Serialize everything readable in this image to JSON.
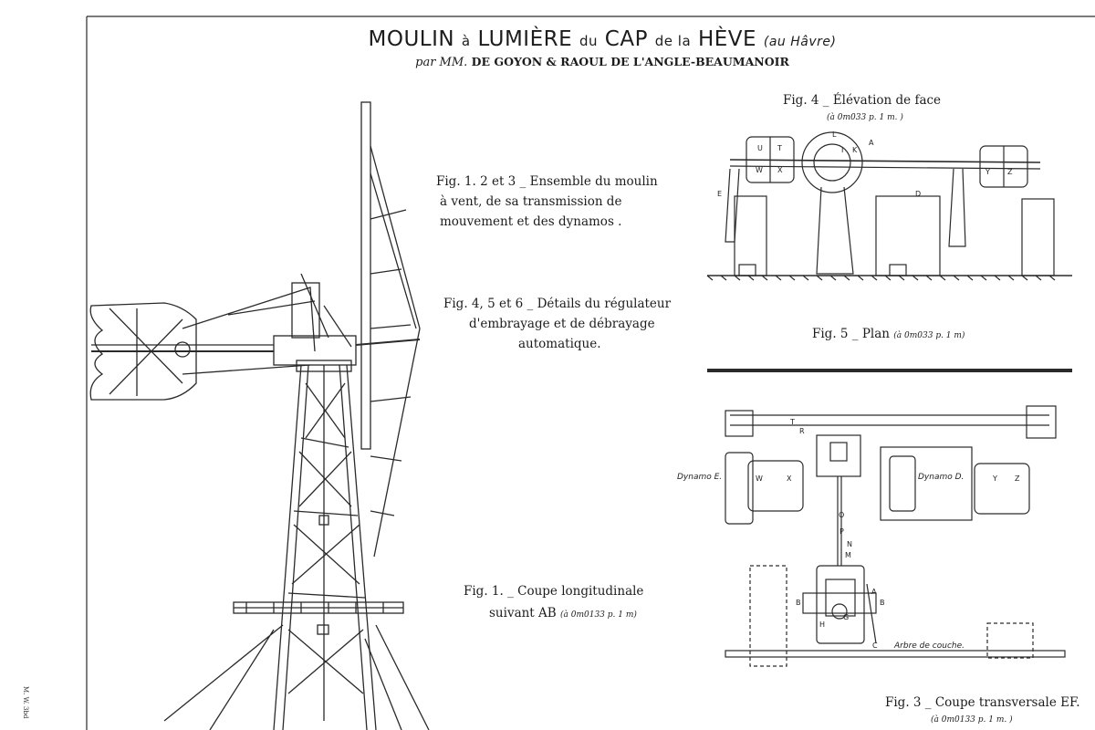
{
  "header": {
    "title": {
      "w1": "MOULIN",
      "w2": "à",
      "w3": "LUMIÈRE",
      "w4": "du",
      "w5": "CAP",
      "w6": "de la",
      "w7": "HÈVE",
      "w8": "(au Hâvre)"
    },
    "subtitle_prefix": "par MM.",
    "subtitle_authors": "DE GOYON & RAOUL DE L'ANGLE-BEAUMANOIR"
  },
  "captions": {
    "fig123": [
      "Fig. 1. 2 et 3 _ Ensemble du moulin",
      "à vent, de sa transmission de",
      "mouvement et des dynamos ."
    ],
    "fig456": [
      "Fig. 4, 5 et 6 _ Détails du régulateur",
      "d'embrayage et de débrayage",
      "automatique."
    ],
    "fig1": {
      "line1": "Fig. 1. _ Coupe longitudinale",
      "line2": "suivant AB",
      "scale": "(à 0m0133 p. 1 m)"
    },
    "fig4": {
      "label": "Fig. 4 _ Élévation de face",
      "scale": "(à 0m033 p. 1 m. )"
    },
    "fig5": {
      "label": "Fig. 5 _ Plan",
      "scale": "(à 0m033 p. 1 m)"
    },
    "fig3": {
      "label": "Fig. 3 _ Coupe transversale EF.",
      "scale": "(à 0m0133 p. 1 m. )"
    }
  },
  "labels": {
    "dynamo_e": "Dynamo E.",
    "dynamo_d": "Dynamo D.",
    "arbre": "Arbre de couche.",
    "letters4": [
      "U",
      "T",
      "W",
      "X",
      "Y",
      "Z",
      "L",
      "I",
      "K",
      "A",
      "E",
      "D"
    ],
    "letters5": [
      "W",
      "X",
      "Y",
      "Z",
      "T",
      "R"
    ],
    "letters3": [
      "B",
      "B",
      "A",
      "O",
      "P",
      "N",
      "M",
      "G",
      "H",
      "C"
    ]
  },
  "margin_note": "M. W. 3bd"
}
